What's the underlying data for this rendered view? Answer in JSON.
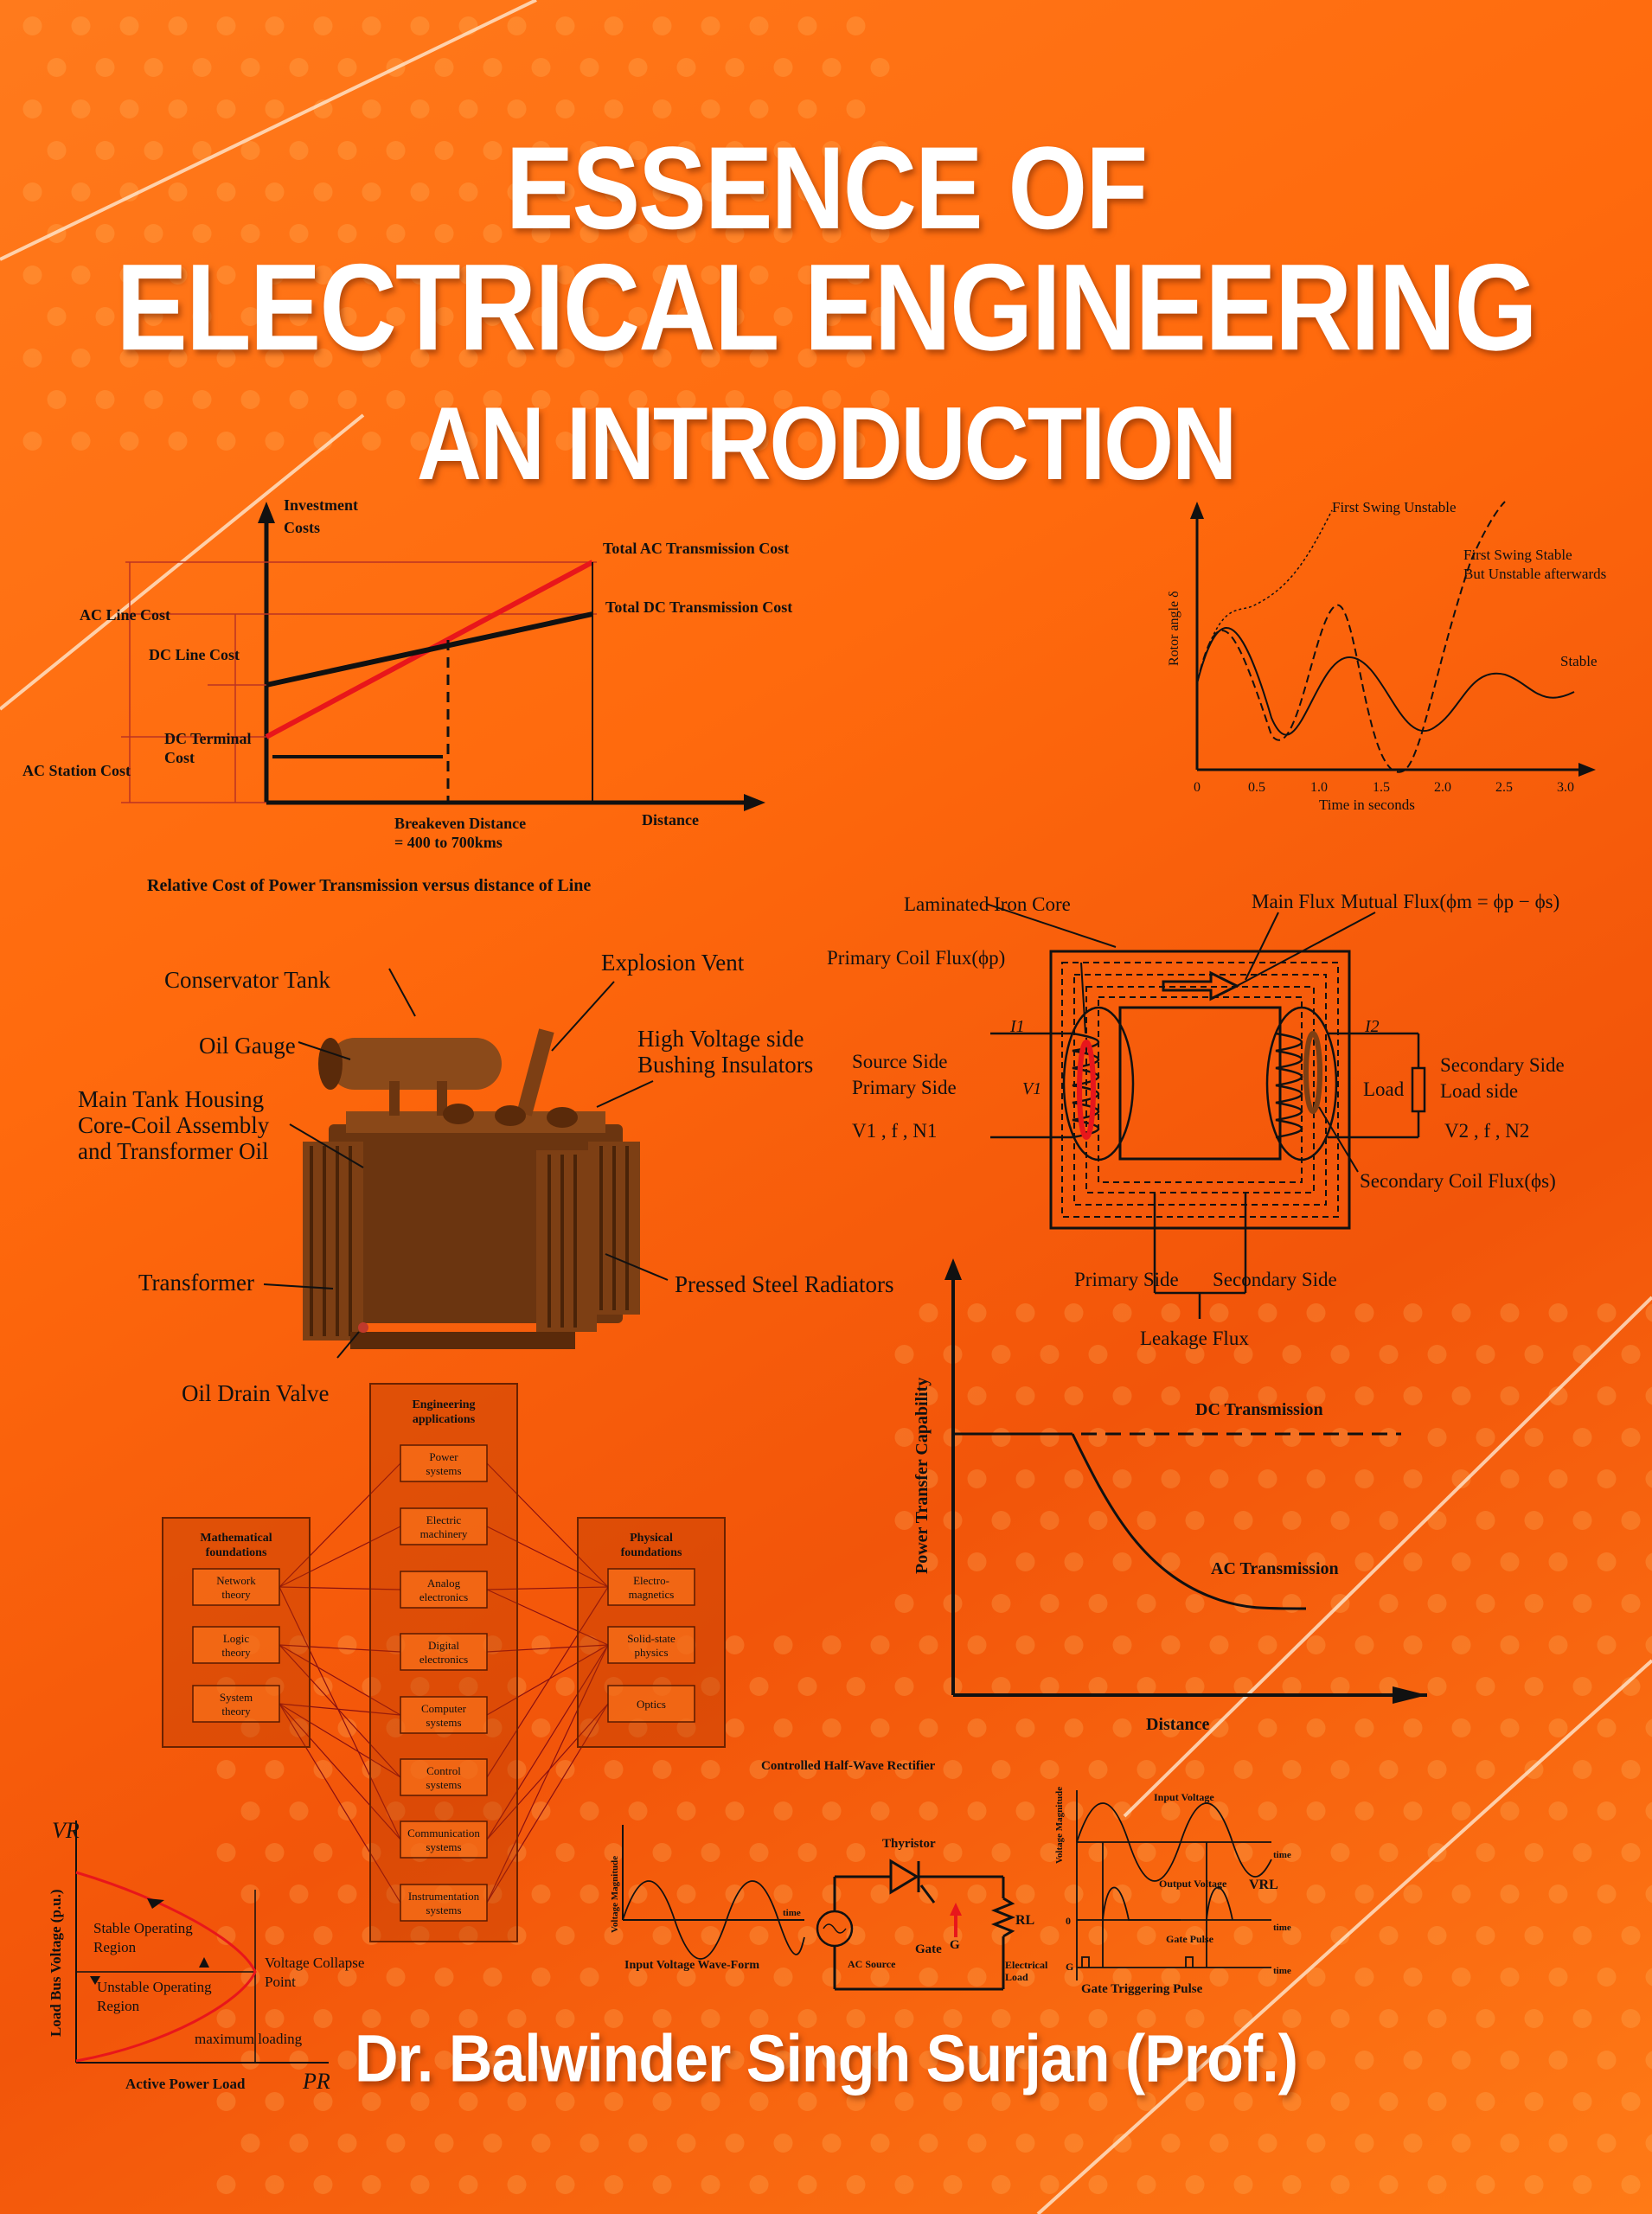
{
  "title": {
    "line1": "ESSENCE OF",
    "line2": "ELECTRICAL ENGINEERING",
    "line3": "AN INTRODUCTION"
  },
  "author": "Dr. Balwinder Singh Surjan (Prof.)",
  "colors": {
    "background": "#ff6a0d",
    "title": "#ffffff",
    "ac_line": "#e8161b",
    "ink": "#111111"
  },
  "cost_figure": {
    "y_label": [
      "Investment",
      "Costs"
    ],
    "ac_total": "Total AC Transmission Cost",
    "dc_total": "Total DC Transmission Cost",
    "ac_line_cost": "AC Line Cost",
    "dc_line_cost": "DC Line Cost",
    "dc_terminal": [
      "DC Terminal",
      "Cost"
    ],
    "ac_station": "AC Station Cost",
    "breakeven": [
      "Breakeven Distance",
      "= 400 to 700kms"
    ],
    "x_label": "Distance",
    "caption": "Relative Cost of Power Transmission versus distance of Line"
  },
  "rotor_figure": {
    "y_label": "Rotor angle δ",
    "x_label": "Time in seconds",
    "x_ticks": [
      "0",
      "0.5",
      "1.0",
      "1.5",
      "2.0",
      "2.5",
      "3.0"
    ],
    "curve1": "First Swing Unstable",
    "curve2": [
      "First Swing Stable",
      "But Unstable afterwards"
    ],
    "curve3": "Stable"
  },
  "transformer_figure": {
    "conservator": "Conservator Tank",
    "oil_gauge": "Oil Gauge",
    "main_tank": [
      "Main Tank Housing",
      "Core-Coil Assembly",
      "and Transformer Oil"
    ],
    "transformer": "Transformer",
    "drain": "Oil Drain Valve",
    "vent": "Explosion Vent",
    "bushing": [
      "High Voltage side",
      "Bushing Insulators"
    ],
    "radiators": "Pressed Steel Radiators"
  },
  "flux_figure": {
    "core": "Laminated Iron Core",
    "main_flux": "Main Flux",
    "mutual": "Mutual Flux(ϕm = ϕp  − ϕs)",
    "primary_flux": "Primary Coil Flux(ϕp)",
    "source": [
      "Source Side",
      "Primary Side",
      "V1 , f , N1"
    ],
    "secondary": [
      "Secondary Side",
      "Load side",
      "V2 , f , N2"
    ],
    "load": "Load",
    "i1": "I1",
    "i2": "I2",
    "v1": "V1",
    "secondary_flux": "Secondary Coil Flux(ϕs)",
    "primary_side": "Primary Side",
    "secondary_side": "Secondary Side",
    "leakage": "Leakage Flux"
  },
  "power_figure": {
    "y_label": "Power Transfer Capability",
    "dc": "DC Transmission",
    "ac": "AC Transmission",
    "x_label": "Distance"
  },
  "block_diagram": {
    "center_title": [
      "Engineering",
      "applications"
    ],
    "center": [
      [
        "Power",
        "systems"
      ],
      [
        "Electric",
        "machinery"
      ],
      [
        "Analog",
        "electronics"
      ],
      [
        "Digital",
        "electronics"
      ],
      [
        "Computer",
        "systems"
      ],
      [
        "Control",
        "systems"
      ],
      [
        "Communication",
        "systems"
      ],
      [
        "Instrumentation",
        "systems"
      ]
    ],
    "left_title": [
      "Mathematical",
      "foundations"
    ],
    "left": [
      [
        "Network",
        "theory"
      ],
      [
        "Logic",
        "theory"
      ],
      [
        "System",
        "theory"
      ]
    ],
    "right_title": [
      "Physical",
      "foundations"
    ],
    "right": [
      [
        "Electro-",
        "magnetics"
      ],
      [
        "Solid-state",
        "physics"
      ],
      [
        "Optics",
        ""
      ]
    ]
  },
  "voltage_figure": {
    "y_label": "Load Bus Voltage (p.u.)",
    "vr": "VR",
    "pr": "PR",
    "stable": [
      "Stable Operating",
      "Region"
    ],
    "unstable": [
      "Unstable Operating",
      "Region"
    ],
    "collapse": [
      "Voltage Collapse",
      "Point"
    ],
    "max": "maximum loading",
    "x_label": "Active Power Load"
  },
  "rectifier_figure": {
    "title": "Controlled Half-Wave Rectifier",
    "vmag": "Voltage Magnitude",
    "time": "time",
    "input_wave": "Input Voltage Wave-Form",
    "thyristor": "Thyristor",
    "gate": "Gate",
    "g": "G",
    "rl": "RL",
    "ac_source": "AC Source",
    "load": [
      "Electrical",
      "Load"
    ],
    "input_voltage": "Input Voltage",
    "output_voltage": "Output Voltage",
    "vrl": "VRL",
    "gate_pulse": "Gate Pulse",
    "zero": "0",
    "triggering": "Gate Triggering Pulse"
  }
}
